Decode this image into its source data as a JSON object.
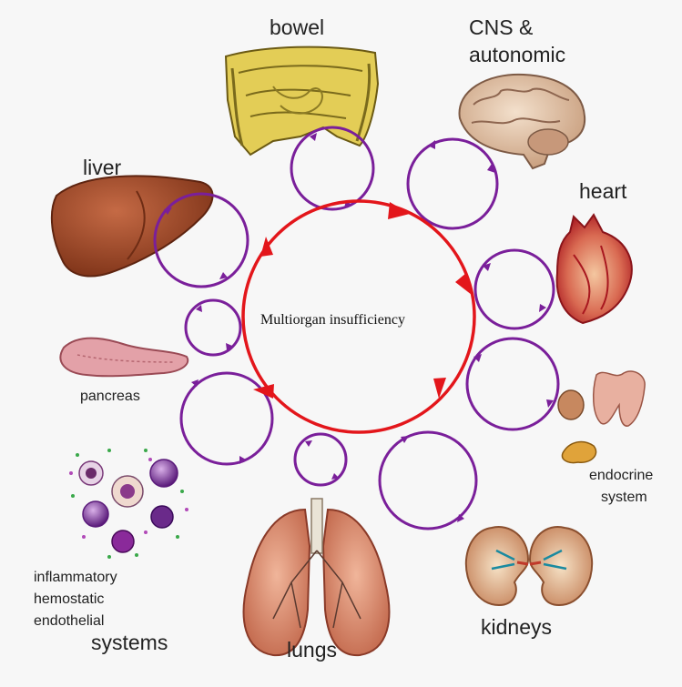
{
  "center": {
    "title": "Multiorgan insufficiency"
  },
  "organs": {
    "bowel": "bowel",
    "cns_line1": "CNS &",
    "cns_line2": "autonomic",
    "heart": "heart",
    "liver": "liver",
    "pancreas": "pancreas",
    "endocrine_line1": "endocrine",
    "endocrine_line2": "system",
    "kidneys": "kidneys",
    "lungs": "lungs",
    "systems_line1": "inflammatory",
    "systems_line2": "hemostatic",
    "systems_line3": "endothelial",
    "systems_line4": "systems"
  },
  "colors": {
    "main_cycle": "#e3161b",
    "organ_cycles": "#7a1f9a",
    "liver": "#9c4a2a",
    "heart": "#b8232a",
    "lungs": "#d98a6a",
    "bowel": "#d8c04a",
    "brain": "#e6c9b0"
  }
}
